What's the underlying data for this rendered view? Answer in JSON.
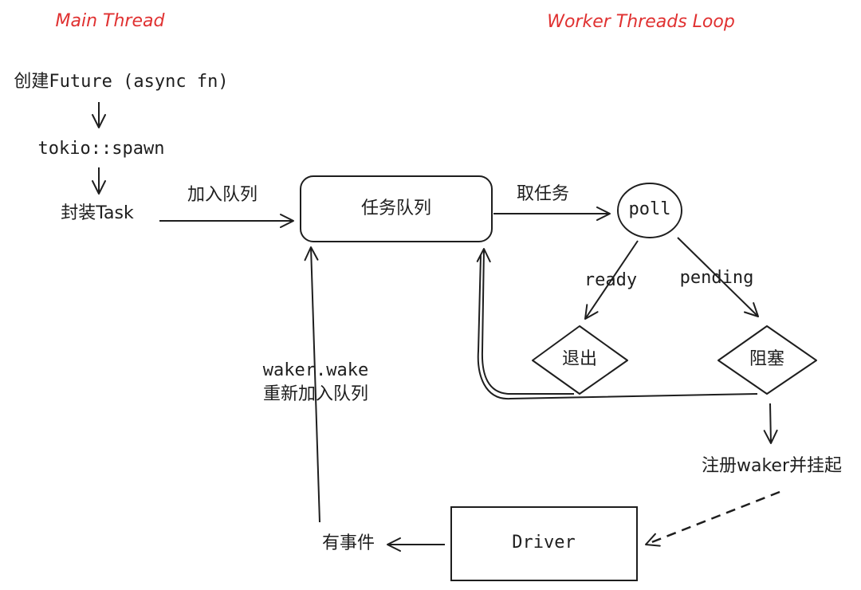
{
  "headers": {
    "main_thread": "Main Thread",
    "worker_loop": "Worker Threads Loop"
  },
  "main_flow": {
    "create_future": "创建Future (async fn)",
    "spawn": "tokio::spawn",
    "wrap_task": "封装Task"
  },
  "edges": {
    "enqueue": "加入队列",
    "take_task": "取任务",
    "ready": "ready",
    "pending": "pending",
    "waker_wake": "waker.wake",
    "requeue": "重新加入队列"
  },
  "nodes": {
    "task_queue": "任务队列",
    "poll": "poll",
    "exit": "退出",
    "blocked": "阻塞",
    "register_waker": "注册waker并挂起",
    "driver": "Driver",
    "has_event": "有事件"
  },
  "colors": {
    "header": "#e03131",
    "stroke": "#1e1e1e"
  }
}
